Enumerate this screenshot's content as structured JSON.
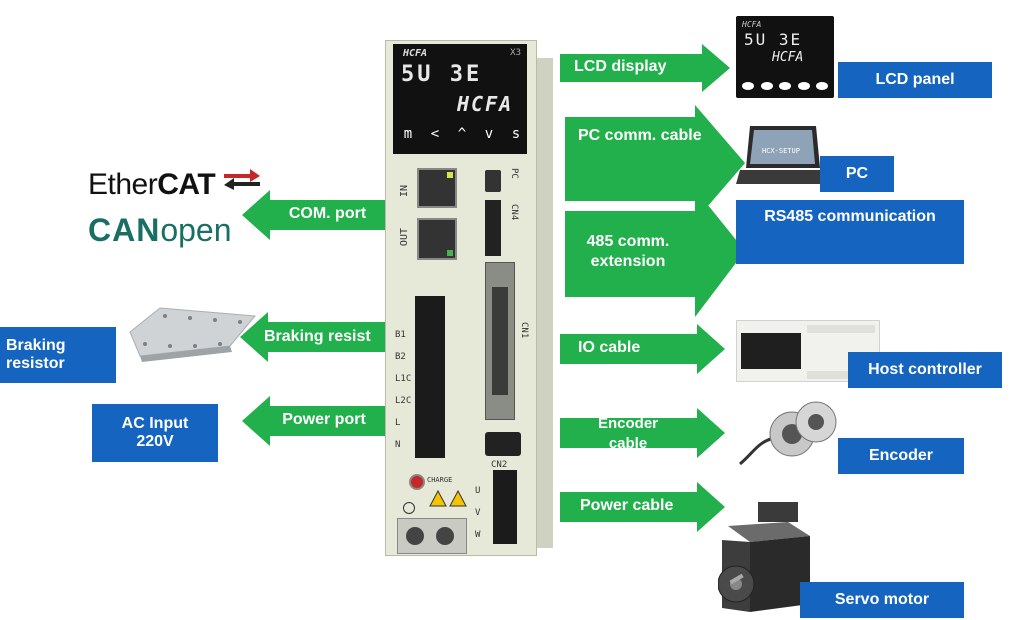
{
  "drive": {
    "brand": "HCFA",
    "model_tag": "X3",
    "display_top": "5U 3E",
    "display_bottom": "HCFA",
    "keys": [
      "m",
      "<",
      "^",
      "v",
      "s"
    ],
    "port_in": "IN",
    "port_out": "OUT",
    "pc_port": "PC",
    "cn4": "CN4",
    "cn1": "CN1",
    "cn2": "CN2",
    "terminals": [
      "B1",
      "B2",
      "L1C",
      "L2C",
      "L",
      "N"
    ],
    "motor_terminals": [
      "U",
      "V",
      "W"
    ],
    "charge": "CHARGE"
  },
  "left": {
    "ethercat": {
      "prefix": "Ether",
      "bold": "CAT"
    },
    "canopen": {
      "bold": "CAN",
      "rest": "open"
    },
    "com_port": "COM. port",
    "braking_resist": "Braking resist",
    "braking_resistor": "Braking resistor",
    "power_port": "Power port",
    "ac_input": "AC Input 220V"
  },
  "right": {
    "lcd_display": "LCD display",
    "lcd_panel": "LCD panel",
    "pc_cable": "PC comm. cable",
    "pc": "PC",
    "pc_screen": "HCX-SETUP",
    "rs485_ext": "485 comm. extension",
    "rs485": "RS485 communication",
    "io_cable": "IO cable",
    "host_controller": "Host controller",
    "encoder_cable": "Encoder cable",
    "encoder": "Encoder",
    "power_cable": "Power cable",
    "servo_motor": "Servo motor"
  },
  "colors": {
    "arrow_green": "#21b04b",
    "box_blue": "#1565c0",
    "drive_body": "#e6e8d8",
    "drive_panel": "#111111"
  }
}
